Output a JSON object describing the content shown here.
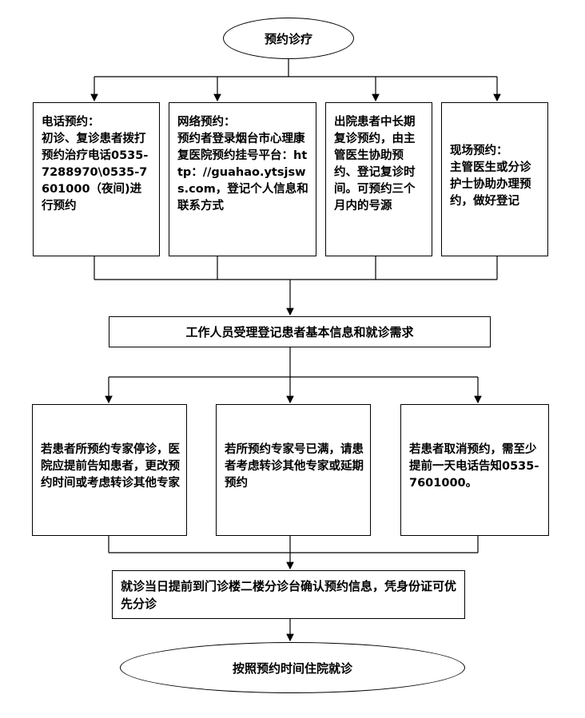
{
  "start": "预约诊疗",
  "methods": [
    "电话预约：\n初诊、复诊患者拨打预约治疗电话0535-7288970\\0535-7601000（夜间)进行预约",
    "网络预约：\n预约者登录烟台市心理康复医院预约挂号平台：http：//guahao.ytsjsws.com，登记个人信息和联系方式",
    "出院患者中长期复诊预约，由主管医生协助预约、登记复诊时间。可预约三个月内的号源",
    "现场预约：\n主管医生或分诊护士协助办理预约，做好登记"
  ],
  "register": "工作人员受理登记患者基本信息和就诊需求",
  "cases": [
    "若患者所预约专家停诊，医院应提前告知患者，更改预约时间或考虑转诊其他专家",
    "若所预约专家号已满，请患者考虑转诊其他专家或延期预约",
    "若患者取消预约，需至少提前一天电话告知0535-7601000。"
  ],
  "confirm": "就诊当日提前到门诊楼二楼分诊台确认预约信息，凭身份证可优先分诊",
  "end": "按照预约时间住院就诊"
}
